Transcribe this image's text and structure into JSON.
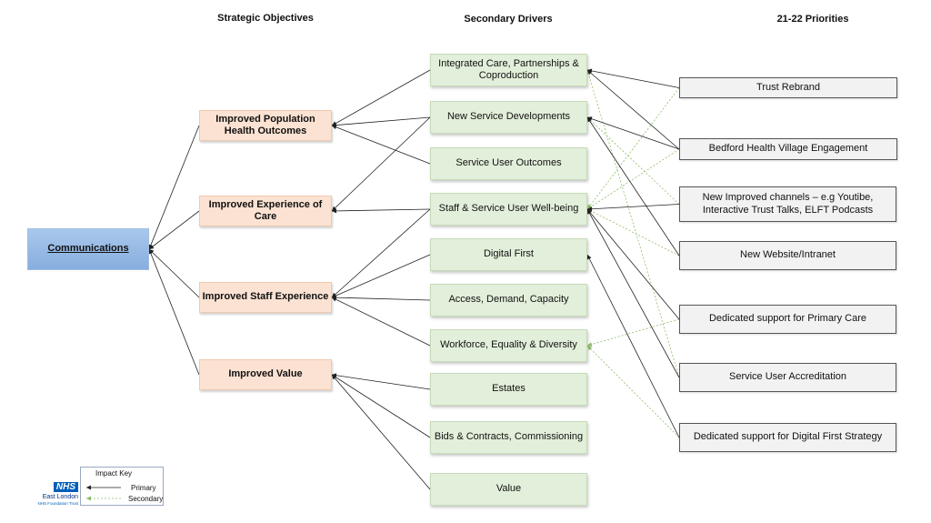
{
  "headers": {
    "objectives": "Strategic Objectives",
    "drivers": "Secondary Drivers",
    "priorities": "21-22 Priorities"
  },
  "root": "Communications",
  "objectives": [
    {
      "id": "o1",
      "label": "Improved Population Health Outcomes"
    },
    {
      "id": "o2",
      "label": "Improved Experience of Care"
    },
    {
      "id": "o3",
      "label": "Improved Staff Experience"
    },
    {
      "id": "o4",
      "label": "Improved Value"
    }
  ],
  "drivers": [
    {
      "id": "d1",
      "label": "Integrated Care, Partnerships & Coproduction"
    },
    {
      "id": "d2",
      "label": "New Service Developments"
    },
    {
      "id": "d3",
      "label": "Service User Outcomes"
    },
    {
      "id": "d4",
      "label": "Staff & Service User Well-being"
    },
    {
      "id": "d5",
      "label": "Digital First"
    },
    {
      "id": "d6",
      "label": "Access, Demand, Capacity"
    },
    {
      "id": "d7",
      "label": "Workforce, Equality & Diversity"
    },
    {
      "id": "d8",
      "label": "Estates"
    },
    {
      "id": "d9",
      "label": "Bids & Contracts, Commissioning"
    },
    {
      "id": "d10",
      "label": "Value"
    }
  ],
  "priorities": [
    {
      "id": "p1",
      "label": "Trust Rebrand"
    },
    {
      "id": "p2",
      "label": "Bedford Health Village Engagement"
    },
    {
      "id": "p3",
      "label": "New Improved channels – e.g Youtibe, Interactive Trust Talks, ELFT Podcasts"
    },
    {
      "id": "p4",
      "label": "New Website/Intranet"
    },
    {
      "id": "p5",
      "label": "Dedicated support for Primary Care"
    },
    {
      "id": "p6",
      "label": "Service User Accreditation"
    },
    {
      "id": "p7",
      "label": "Dedicated support for Digital First Strategy"
    }
  ],
  "root_links": [
    "o1",
    "o2",
    "o3",
    "o4"
  ],
  "objective_links": [
    [
      "o1",
      "d1"
    ],
    [
      "o1",
      "d2"
    ],
    [
      "o1",
      "d3"
    ],
    [
      "o2",
      "d2"
    ],
    [
      "o2",
      "d4"
    ],
    [
      "o3",
      "d4"
    ],
    [
      "o3",
      "d5"
    ],
    [
      "o3",
      "d6"
    ],
    [
      "o3",
      "d7"
    ],
    [
      "o4",
      "d8"
    ],
    [
      "o4",
      "d9"
    ],
    [
      "o4",
      "d10"
    ]
  ],
  "primary_links": [
    [
      "p1",
      "d1"
    ],
    [
      "p2",
      "d1"
    ],
    [
      "p2",
      "d2"
    ],
    [
      "p3",
      "d4"
    ],
    [
      "p4",
      "d2"
    ],
    [
      "p5",
      "d4"
    ],
    [
      "p6",
      "d4"
    ],
    [
      "p7",
      "d5"
    ]
  ],
  "secondary_links": [
    [
      "p1",
      "d4"
    ],
    [
      "p2",
      "d4"
    ],
    [
      "p3",
      "d2"
    ],
    [
      "p4",
      "d4"
    ],
    [
      "p5",
      "d7"
    ],
    [
      "p6",
      "d1"
    ],
    [
      "p7",
      "d7"
    ]
  ],
  "key": {
    "title": "Impact Key",
    "primary": "Primary",
    "secondary": "Secondary"
  },
  "logo": {
    "badge": "NHS",
    "org": "East London",
    "subtitle": "NHS Foundation Trust"
  },
  "colors": {
    "primary_line": "#222222",
    "secondary_line": "#8fbc6a",
    "root_fill": "#9dbfe8",
    "objective_fill": "#fbe2d2",
    "driver_fill": "#e2efda",
    "priority_fill": "#f2f2f2"
  }
}
